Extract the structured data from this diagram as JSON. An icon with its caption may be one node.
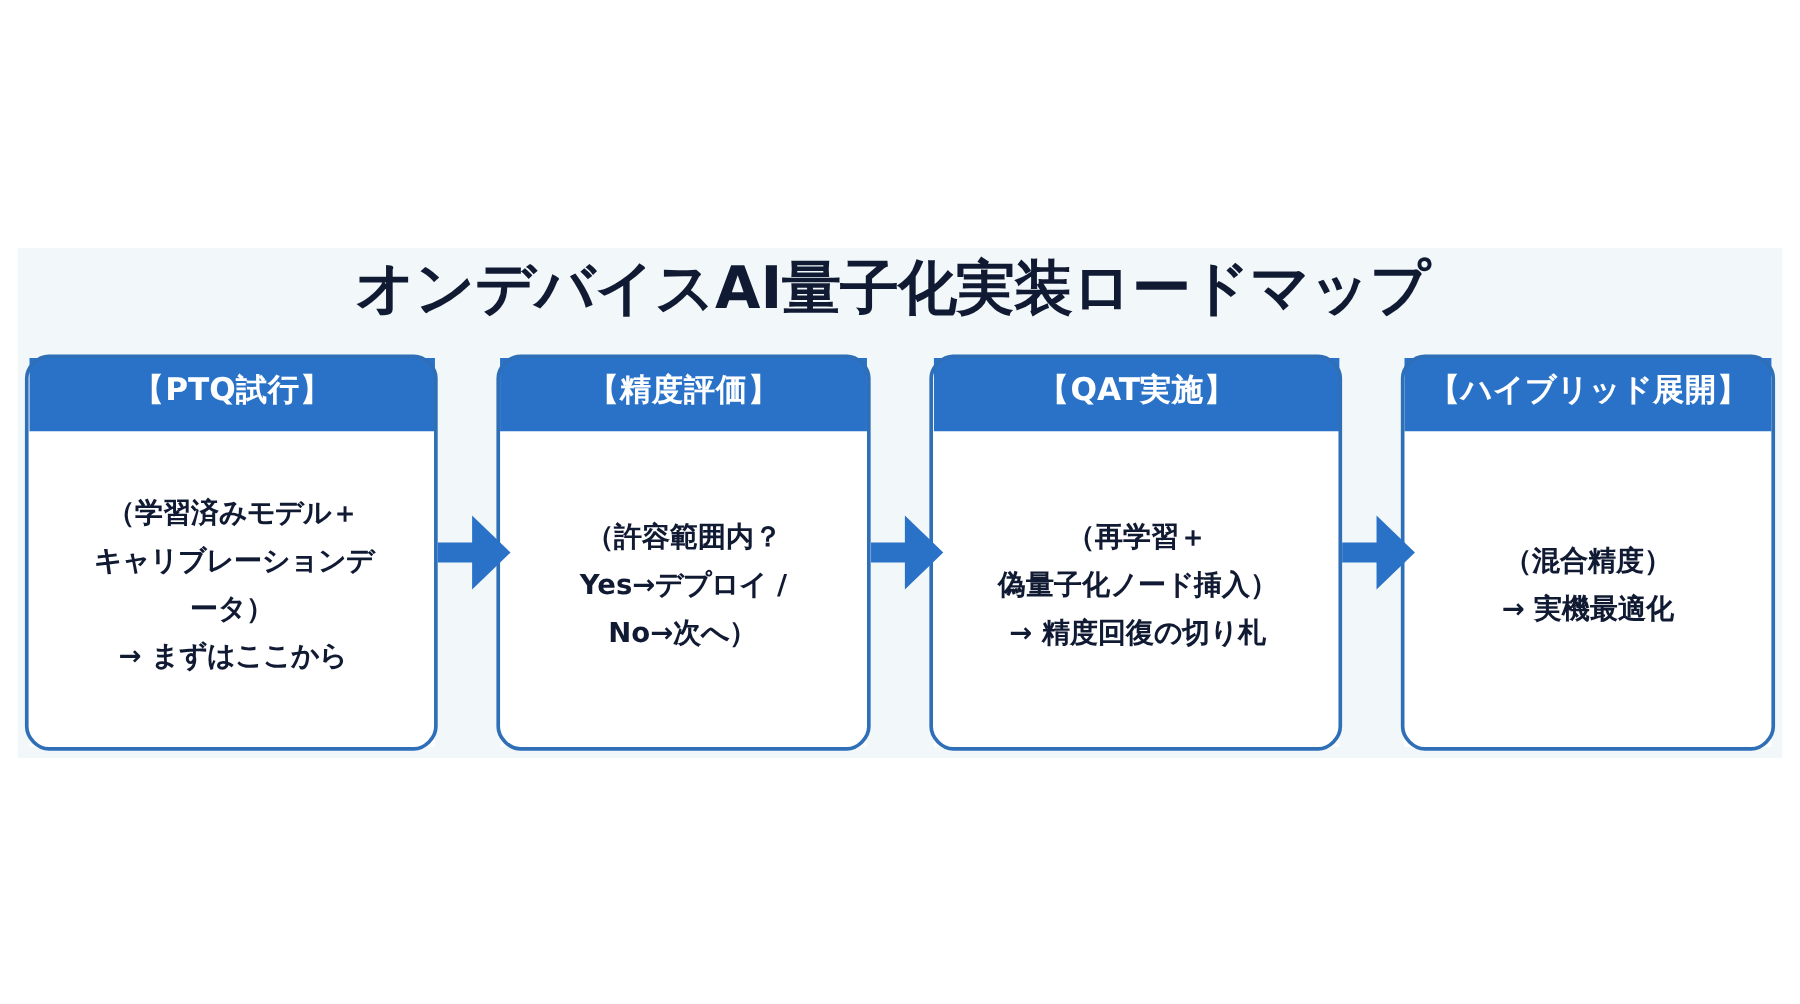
{
  "diagram": {
    "title": "オンデバイスAI量子化実装ロードマップ",
    "nodes": [
      {
        "text": [
          "【PTQ試行】",
          "（学習済みモデル＋キャリブレーションデータ）→ まずはここから"
        ]
      },
      {
        "text": [
          "【精度評価】",
          "（許容範囲内？Yes→デプロイ / No→次へ）"
        ]
      },
      {
        "text": [
          "【QAT実施】",
          "（再学習＋偽量子化ノード挿入）→ 精度回復の切り札"
        ]
      },
      {
        "text": [
          "【ハイブリッド展開】",
          "（混合精度）→ 実機最適化"
        ]
      }
    ],
    "edges": [
      {
        "from": 0,
        "to": 1,
        "arrow": "to"
      },
      {
        "from": 1,
        "to": 2,
        "arrow": "to"
      },
      {
        "from": 2,
        "to": 3,
        "arrow": "to"
      }
    ]
  }
}
